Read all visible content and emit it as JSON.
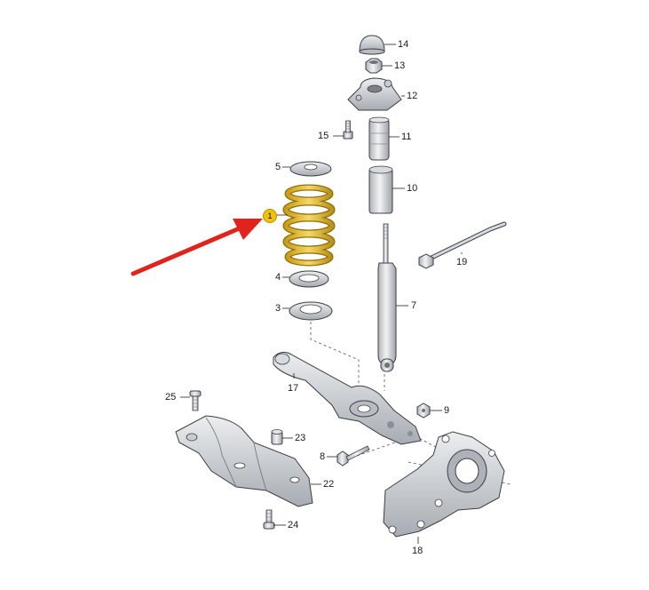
{
  "parts": [
    {
      "id": "1",
      "label": "1",
      "highlighted": true
    },
    {
      "id": "3",
      "label": "3"
    },
    {
      "id": "4",
      "label": "4"
    },
    {
      "id": "5",
      "label": "5"
    },
    {
      "id": "7",
      "label": "7"
    },
    {
      "id": "8",
      "label": "8"
    },
    {
      "id": "9",
      "label": "9"
    },
    {
      "id": "10",
      "label": "10"
    },
    {
      "id": "11",
      "label": "11"
    },
    {
      "id": "12",
      "label": "12"
    },
    {
      "id": "13",
      "label": "13"
    },
    {
      "id": "14",
      "label": "14"
    },
    {
      "id": "15",
      "label": "15"
    },
    {
      "id": "17",
      "label": "17"
    },
    {
      "id": "18",
      "label": "18"
    },
    {
      "id": "19",
      "label": "19"
    },
    {
      "id": "22",
      "label": "22"
    },
    {
      "id": "23",
      "label": "23"
    },
    {
      "id": "24",
      "label": "24"
    },
    {
      "id": "25",
      "label": "25"
    }
  ],
  "colors": {
    "spring": "#e8c23a",
    "spring_dark": "#b8901a",
    "metal_light": "#e9eaec",
    "metal_mid": "#c4c7cc",
    "metal_dark": "#8a8f96",
    "outline": "#3c3f44",
    "arrow": "#e0231c",
    "leader": "#222222"
  }
}
